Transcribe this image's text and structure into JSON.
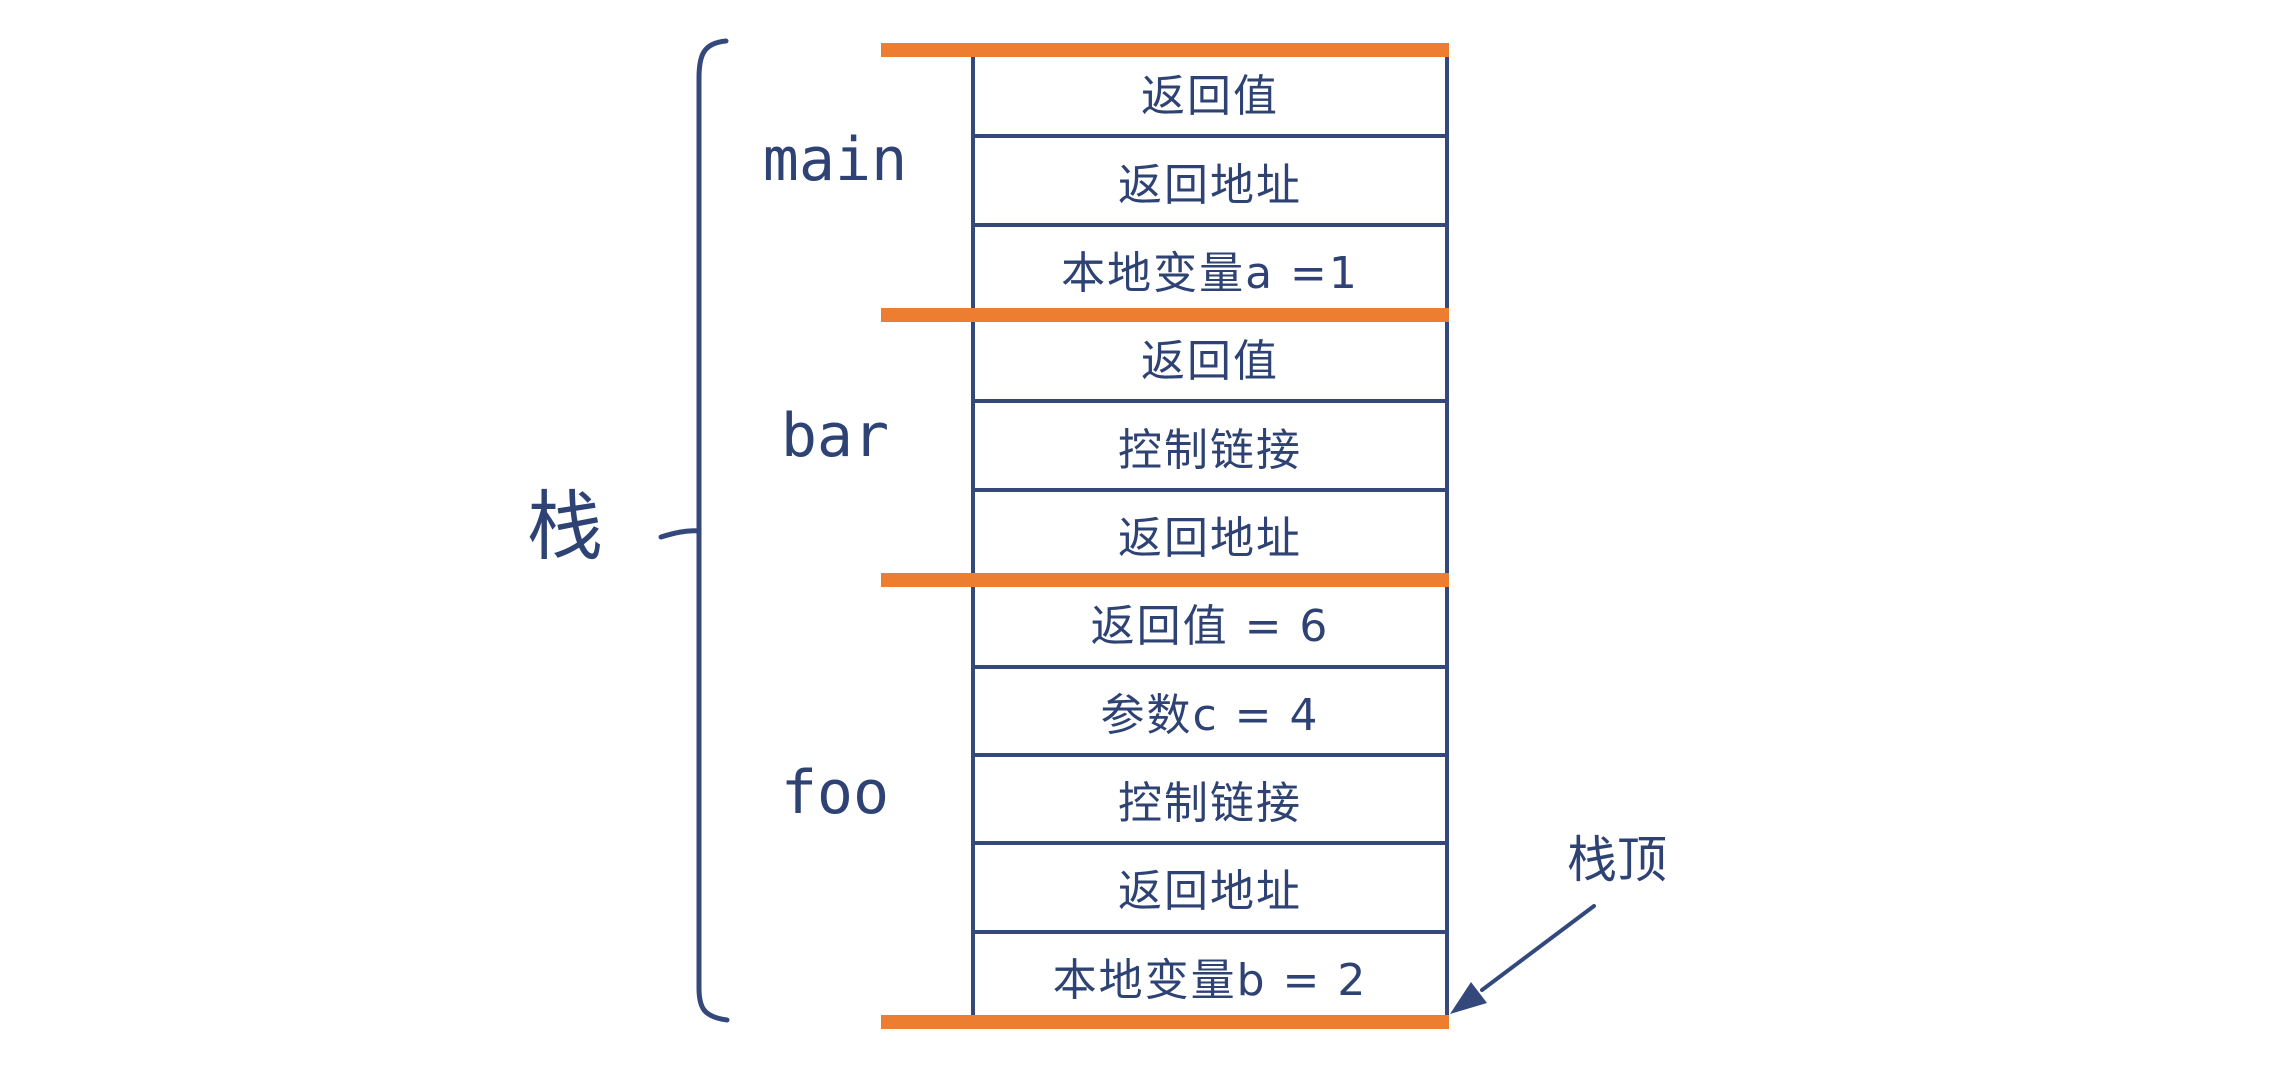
{
  "colors": {
    "accent": "#ED7D31",
    "ink": "#2E4374",
    "line": "#35487C"
  },
  "diagram": {
    "stack_label": "栈",
    "stack_top_label": "栈顶",
    "frames": [
      {
        "name": "main",
        "rows": [
          "返回值",
          "返回地址",
          "本地变量a =1"
        ]
      },
      {
        "name": "bar",
        "rows": [
          "返回值",
          "控制链接",
          "返回地址"
        ]
      },
      {
        "name": "foo",
        "rows": [
          "返回值 = 6",
          "参数c = 4",
          "控制链接",
          "返回地址",
          "本地变量b = 2"
        ]
      }
    ]
  }
}
